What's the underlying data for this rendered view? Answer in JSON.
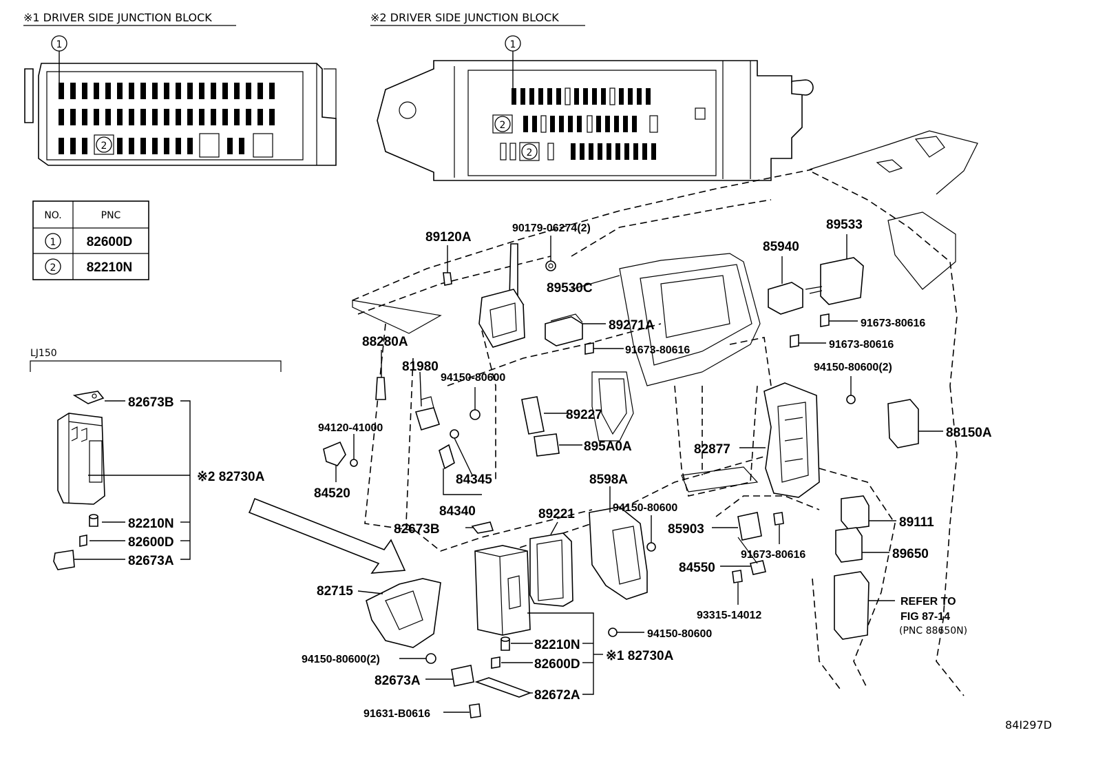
{
  "junction_blocks": {
    "left_title": "※1 DRIVER SIDE JUNCTION BLOCK",
    "right_title": "※2 DRIVER SIDE JUNCTION BLOCK",
    "callout_1": "1",
    "callout_2": "2"
  },
  "pnc_table": {
    "headers": [
      "NO.",
      "PNC"
    ],
    "rows": [
      {
        "no": "1",
        "pnc": "82600D"
      },
      {
        "no": "2",
        "pnc": "82210N"
      }
    ]
  },
  "variant_label": "LJ150",
  "inset_labels": {
    "bracket_top": "82673B",
    "block_note": "※2 82730A",
    "relay": "82210N",
    "fuse": "82600D",
    "bracket_bottom": "82673A"
  },
  "main_labels": {
    "p89120A": "89120A",
    "p90179": "90179-06274(2)",
    "p89530C": "89530C",
    "p89271A": "89271A",
    "p91673_a": "91673-80616",
    "p88280A": "88280A",
    "p81980": "81980",
    "p94150_a": "94150-80600",
    "p89227": "89227",
    "p94120": "94120-41000",
    "p895A0A": "895A0A",
    "p84345": "84345",
    "p84520": "84520",
    "p84340": "84340",
    "p82673B": "82673B",
    "p8598A": "8598A",
    "p89221": "89221",
    "p94150_b": "94150-80600",
    "p82715": "82715",
    "p94150_c": "94150-80600(2)",
    "p82673A": "82673A",
    "p91631": "91631-B0616",
    "p82210N": "82210N",
    "p82600D": "82600D",
    "p82672A": "82672A",
    "p82730A": "※1 82730A",
    "p94150_d": "94150-80600",
    "p85940": "85940",
    "p89533": "89533",
    "p91673_b": "91673-80616",
    "p91673_c": "91673-80616",
    "p94150_e": "94150-80600(2)",
    "p88150A": "88150A",
    "p82877": "82877",
    "p85903": "85903",
    "p91673_d": "91673-80616",
    "p84550": "84550",
    "p93315": "93315-14012",
    "p89111": "89111",
    "p89650": "89650",
    "refer_1": "REFER TO",
    "refer_2": "FIG 87-14",
    "refer_3": "(PNC 88650N)"
  },
  "figure_id": "84I297D"
}
